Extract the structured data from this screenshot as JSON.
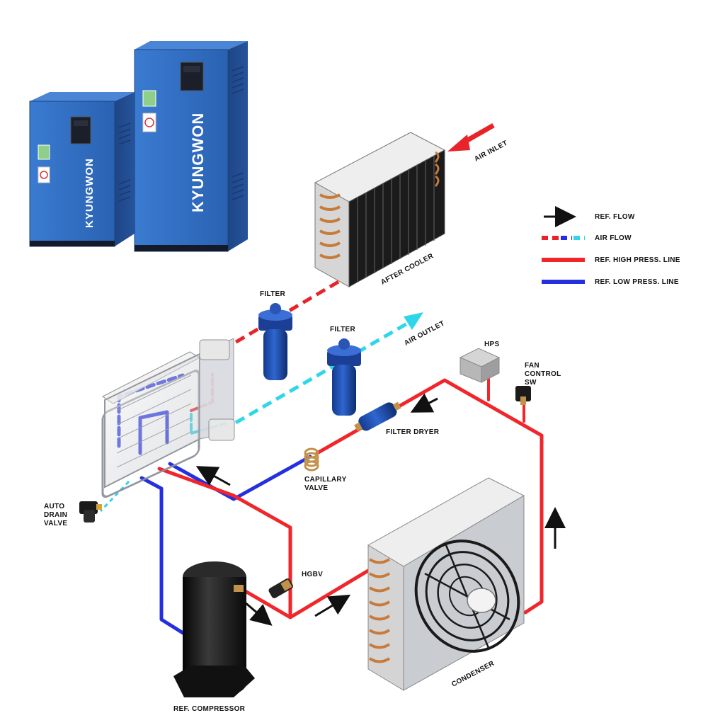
{
  "colors": {
    "high_press": "#f0262b",
    "low_press": "#2430e0",
    "air_in": "#e8242a",
    "air_out": "#2fd6ea",
    "unit_blue": "#2f6cc0",
    "ref_flow": "#111111"
  },
  "units": {
    "brand": "KYUNGWON"
  },
  "legend": {
    "ref_flow": "REF. FLOW",
    "air_flow": "AIR FLOW",
    "high_press": "REF. HIGH PRESS. LINE",
    "low_press": "REF. LOW PRESS. LINE"
  },
  "labels": {
    "air_inlet": "AIR INLET",
    "after_cooler": "AFTER COOLER",
    "filter_1": "FILTER",
    "filter_2": "FILTER",
    "air_outlet": "AIR OUTLET",
    "hps": "HPS",
    "fan_control_1": "FAN",
    "fan_control_2": "CONTROL",
    "fan_control_3": "SW",
    "filter_dryer": "FILTER DRYER",
    "capillary_1": "CAPILLARY",
    "capillary_2": "VALVE",
    "auto_drain_1": "AUTO",
    "auto_drain_2": "DRAIN",
    "auto_drain_3": "VALVE",
    "hgbv": "HGBV",
    "ref_compressor": "REF. COMPRESSOR",
    "condenser": "CONDENSER"
  }
}
